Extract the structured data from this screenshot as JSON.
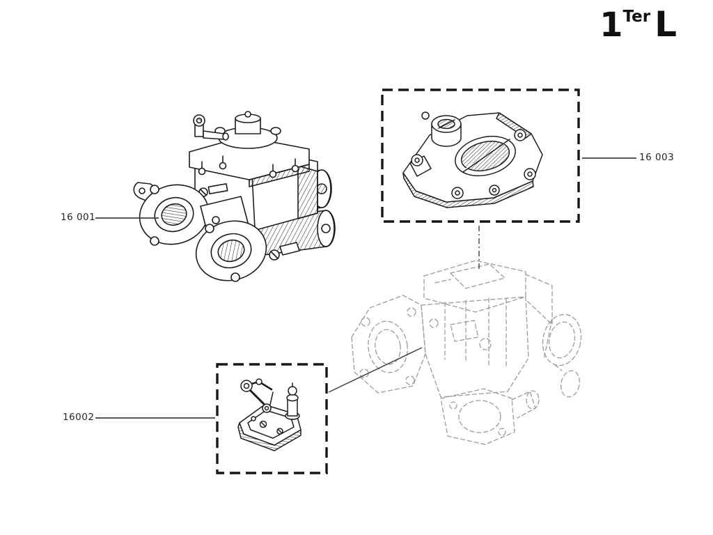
{
  "page": {
    "background": "#ffffff",
    "ink_color": "#1c1c1c",
    "ghost_color": "#9b9b9b",
    "leader_line_color": "#3f3f3f"
  },
  "plate_code": {
    "number": "1",
    "superscript": "Ter",
    "letter": "L"
  },
  "callouts": [
    {
      "label": "16 001"
    },
    {
      "label": "16002"
    },
    {
      "label": "16 003"
    }
  ]
}
